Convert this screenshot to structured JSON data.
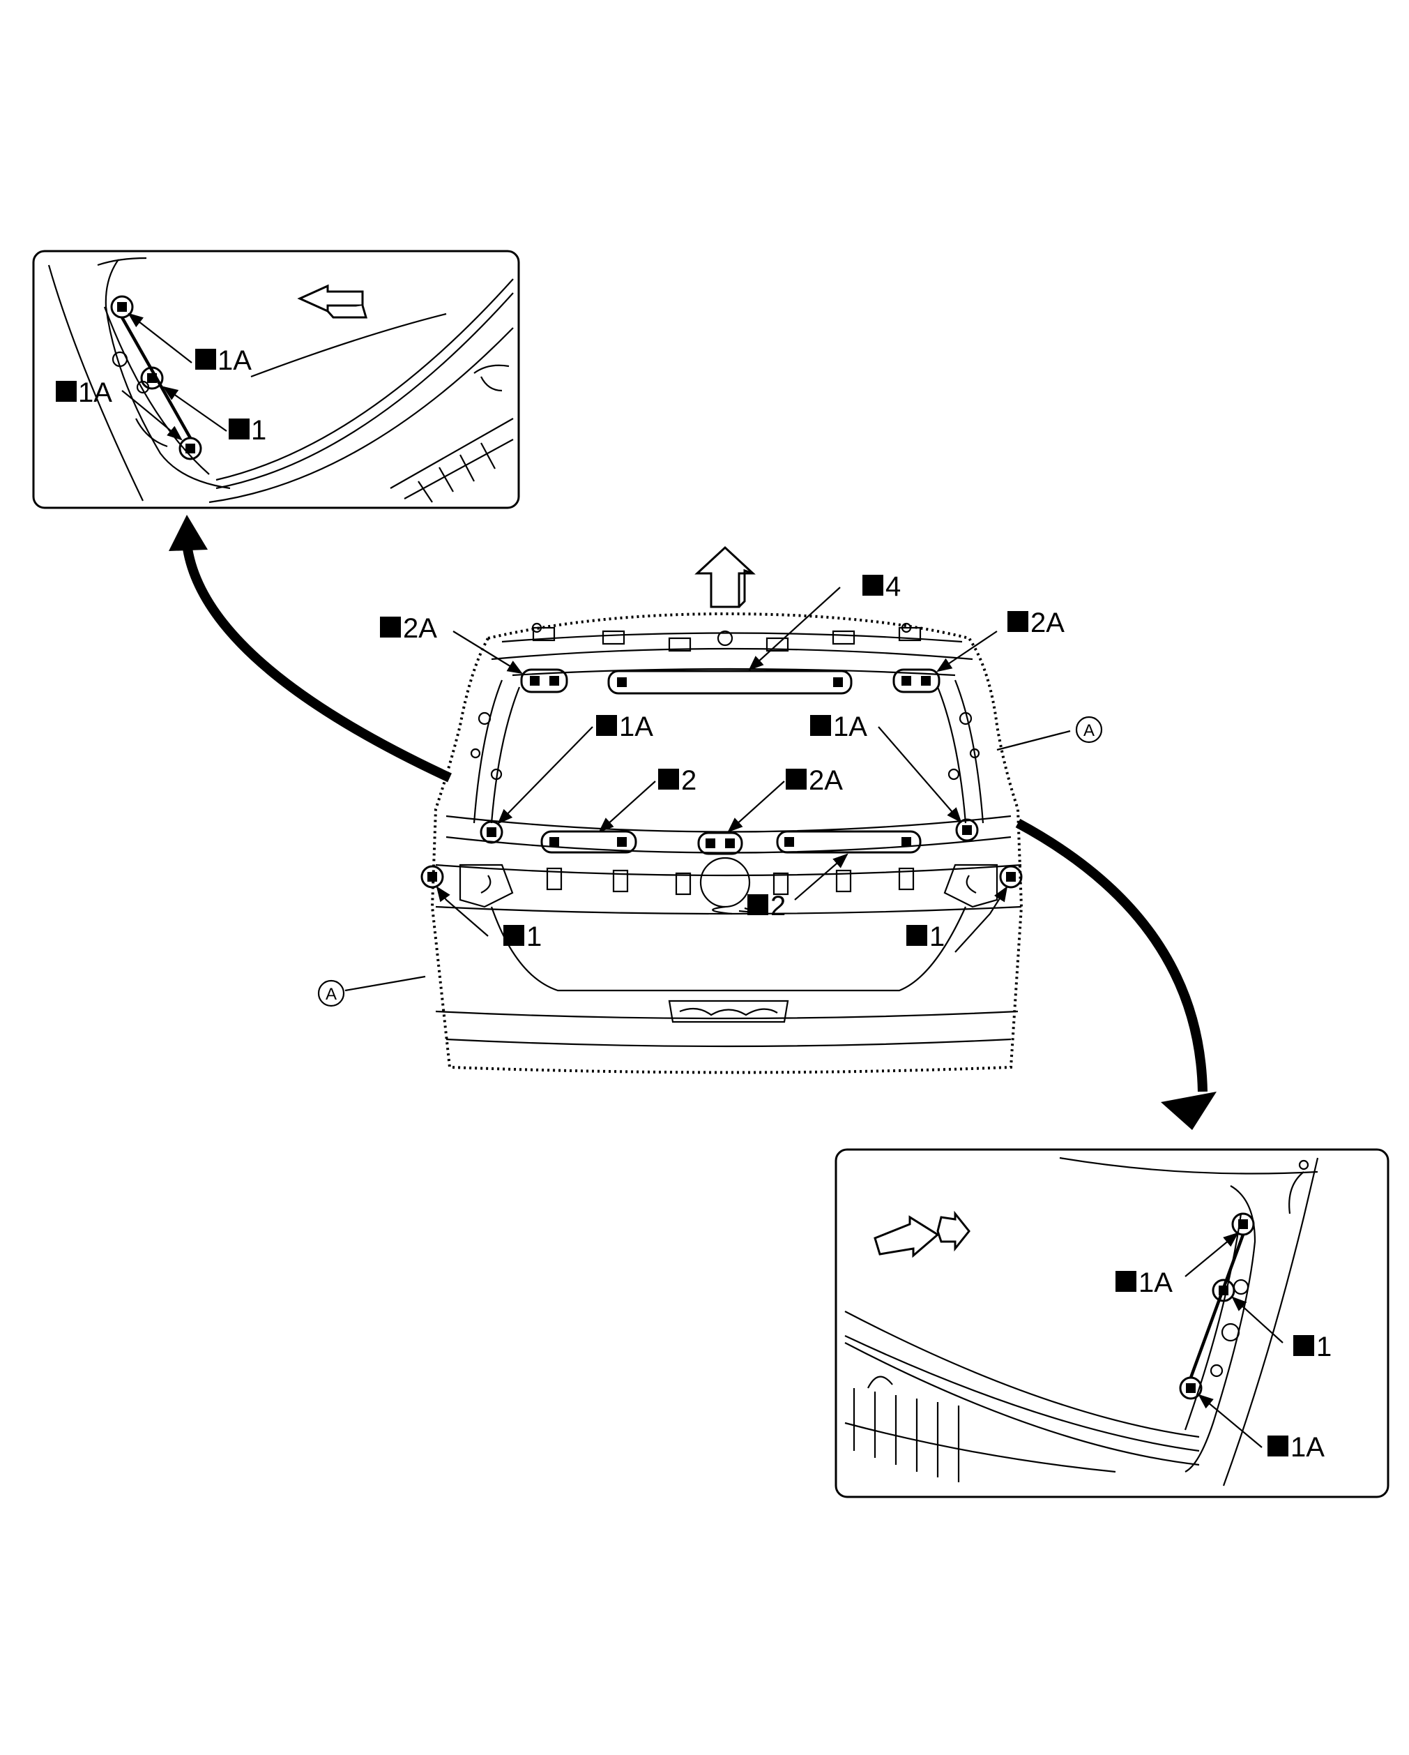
{
  "labels": {
    "top_left_detail": {
      "a": "1A",
      "b": "1A",
      "c": "1"
    },
    "main": {
      "l4": "4",
      "l2a_left": "2A",
      "l2a_right": "2A",
      "l1a_left": "1A",
      "l1a_right": "1A",
      "l2_upper": "2",
      "l2a_middle": "2A",
      "l2_lower": "2",
      "l1_left": "1",
      "l1_right": "1",
      "a_right": "A",
      "a_left": "A"
    },
    "bottom_right_detail": {
      "a": "1A",
      "b": "1",
      "c": "1A"
    }
  },
  "colors": {
    "ink": "#000000",
    "background": "#ffffff"
  }
}
